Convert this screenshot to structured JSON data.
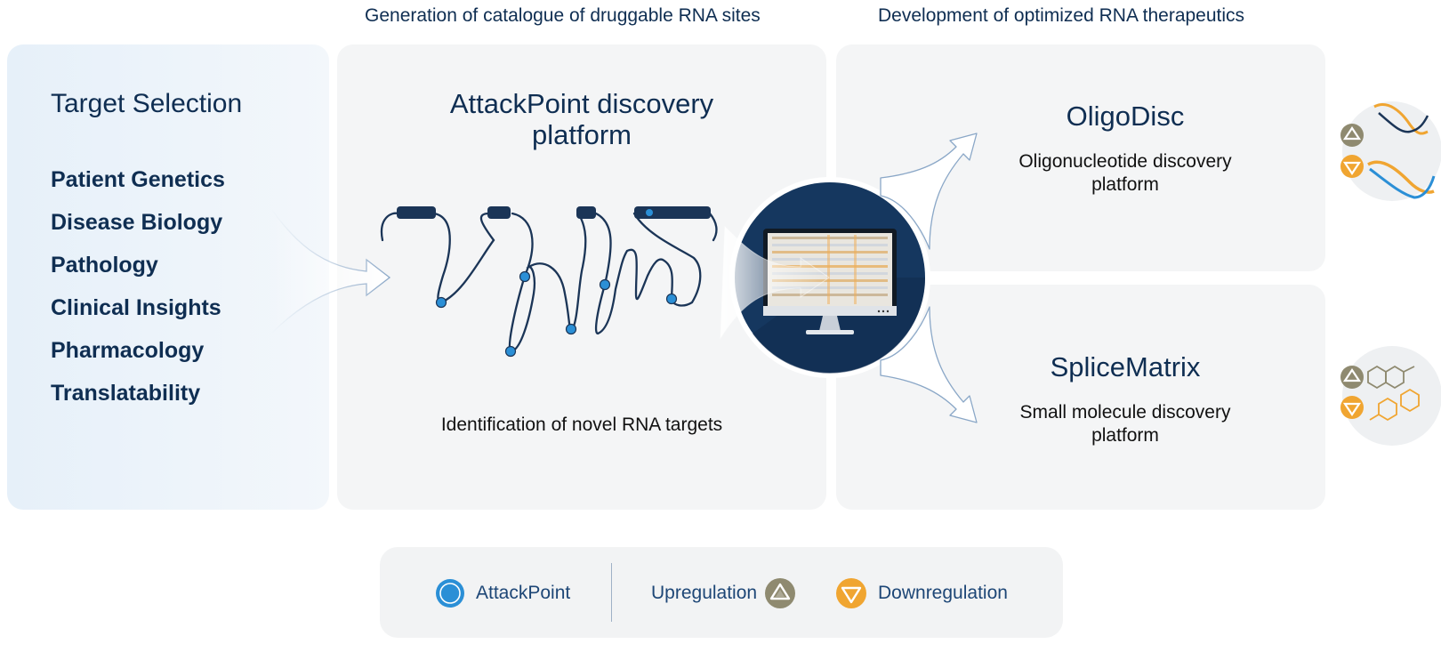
{
  "headings": {
    "left": "Generation of catalogue of druggable RNA sites",
    "right": "Development of optimized RNA therapeutics"
  },
  "target_selection": {
    "title": "Target Selection",
    "items": [
      "Patient Genetics",
      "Disease Biology",
      "Pathology",
      "Clinical Insights",
      "Pharmacology",
      "Translatability"
    ]
  },
  "attackpoint": {
    "title_line1": "AttackPoint discovery",
    "title_line2": "platform",
    "caption": "Identification of novel RNA targets"
  },
  "oligodisc": {
    "title": "OligoDisc",
    "subtitle_line1": "Oligonucleotide discovery",
    "subtitle_line2": "platform"
  },
  "splicematrix": {
    "title": "SpliceMatrix",
    "subtitle_line1": "Small molecule discovery",
    "subtitle_line2": "platform"
  },
  "legend": {
    "attackpoint": "AttackPoint",
    "upregulation": "Upregulation",
    "downregulation": "Downregulation"
  },
  "icons": {
    "attackpoint": "blue-ring-dot",
    "upregulation": "up-arrow-circle-icon",
    "downregulation": "down-arrow-circle-icon",
    "monitor": "monitor-icon",
    "rna-helix": "rna-helix-icon",
    "molecule": "molecule-icon"
  },
  "colors": {
    "navy": "#0f2e52",
    "dark_circle": "#15375f",
    "attack_blue": "#2b8fd6",
    "up_gray": "#8f8a70",
    "down_orange": "#f0a531",
    "panel_gray": "#f4f5f6"
  }
}
